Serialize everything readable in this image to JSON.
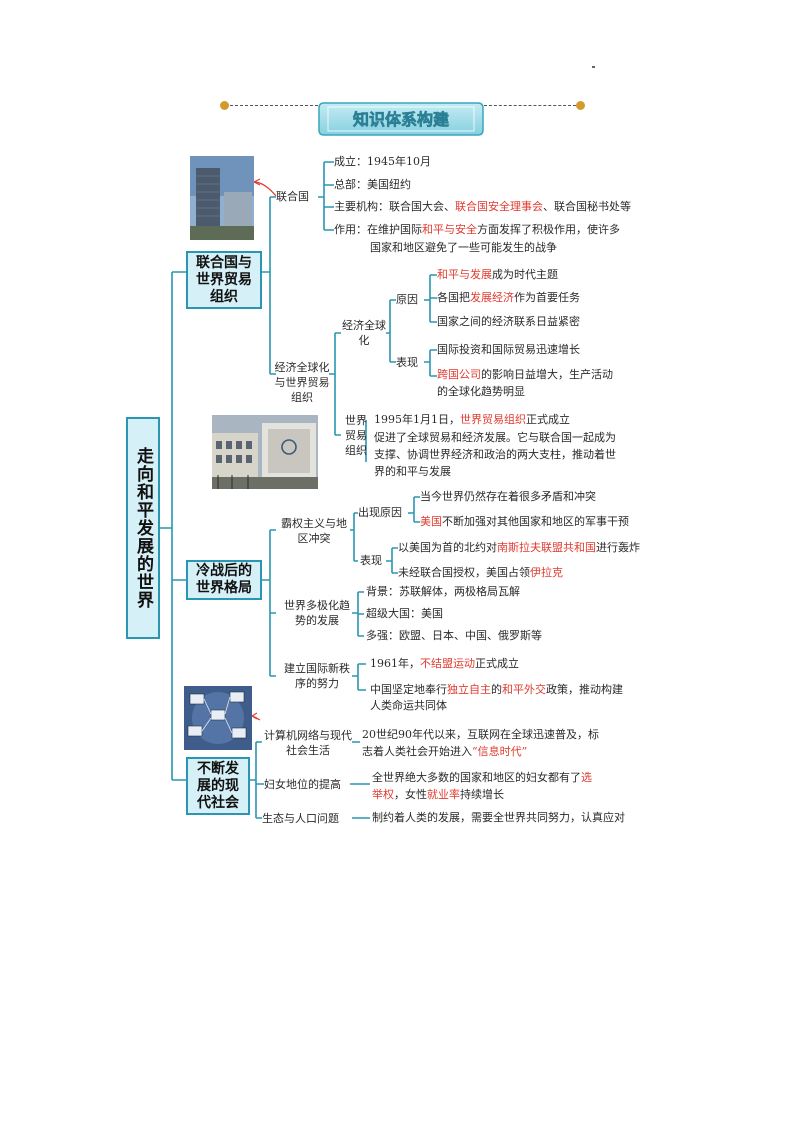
{
  "title": "知识体系构建",
  "root_label": "走向和平发展的世界",
  "colors": {
    "box_fill": "#d5f0f7",
    "box_border": "#2a96b2",
    "line": "#2a96b2",
    "highlight": "#e03b2f",
    "title_fill": "#9fdbe7",
    "accent_dot": "#d59a2e"
  },
  "branches": {
    "un_wto": {
      "label": "联合国与世界贸易组织",
      "un": {
        "label": "联合国",
        "founded": "成立：1945年10月",
        "hq": "总部：美国纽约",
        "organs": {
          "prefix": "主要机构：联合国大会、",
          "red": "联合国安全理事会",
          "suffix": "、联合国秘书处等"
        },
        "role_line1": {
          "prefix": "作用：在维护国际",
          "red": "和平与安全",
          "suffix": "方面发挥了积极作用，使许多"
        },
        "role_line2": "国家和地区避免了一些可能发生的战争"
      },
      "globalization": {
        "label": "经济全球化与世界贸易组织",
        "econ": {
          "label": "经济全球化",
          "reasons": {
            "label": "原因",
            "r1": {
              "red": "和平与发展",
              "suffix": "成为时代主题"
            },
            "r2": {
              "prefix": "各国把",
              "red": "发展经济",
              "suffix": "作为首要任务"
            },
            "r3": "国家之间的经济联系日益紧密"
          },
          "manifest": {
            "label": "表现",
            "m1": "国际投资和国际贸易迅速增长",
            "m2": {
              "red": "跨国公司",
              "suffix": "的影响日益增大，生产活动"
            },
            "m3": "的全球化趋势明显"
          }
        },
        "wto": {
          "label": "世界贸易组织",
          "l1": {
            "prefix": "1995年1月1日，",
            "red": "世界贸易组织",
            "suffix": "正式成立"
          },
          "l2": "促进了全球贸易和经济发展。它与联合国一起成为",
          "l3": "支撑、协调世界经济和政治的两大支柱，推动着世",
          "l4": "界的和平与发展"
        }
      }
    },
    "post_cold_war": {
      "label": "冷战后的世界格局",
      "hegemony": {
        "label": "霸权主义与地区冲突",
        "causes": {
          "label": "出现原因",
          "c1": "当今世界仍然存在着很多矛盾和冲突",
          "c2": {
            "red": "美国",
            "suffix": "不断加强对其他国家和地区的军事干预"
          }
        },
        "shows": {
          "label": "表现",
          "s1": {
            "prefix": "以美国为首的北约对",
            "red": "南斯拉夫联盟共和国",
            "suffix": "进行轰炸"
          },
          "s2": {
            "prefix": "未经联合国授权，美国占领",
            "red": "伊拉克",
            "suffix": ""
          }
        }
      },
      "multipolar": {
        "label": "世界多极化趋势的发展",
        "bg": "背景：苏联解体，两极格局瓦解",
        "super": "超级大国：美国",
        "poles": "多强：欧盟、日本、中国、俄罗斯等"
      },
      "new_order": {
        "label": "建立国际新秩序的努力",
        "n1": {
          "prefix": "1961年，",
          "red": "不结盟运动",
          "suffix": "正式成立"
        },
        "n2": {
          "prefix": "中国坚定地奉行",
          "red": "独立自主",
          "mid": "的",
          "red2": "和平外交",
          "suffix": "政策，推动构建"
        },
        "n3": "人类命运共同体"
      }
    },
    "modern": {
      "label": "不断发展的现代社会",
      "internet": {
        "label": "计算机网络与现代社会生活",
        "l1": "20世纪90年代以来，互联网在全球迅速普及，标",
        "l2": {
          "prefix": "志着人类社会开始进入",
          "red": "“信息时代”"
        }
      },
      "women": {
        "label": "妇女地位的提高",
        "l1": {
          "prefix": "全世界绝大多数的国家和地区的妇女都有了",
          "red": "选"
        },
        "l2": {
          "red": "举权",
          "mid": "，女性",
          "red2": "就业率",
          "suffix": "持续增长"
        }
      },
      "ecology": {
        "label": "生态与人口问题",
        "l1": "制约着人类的发展，需要全世界共同努力，认真应对"
      }
    }
  }
}
